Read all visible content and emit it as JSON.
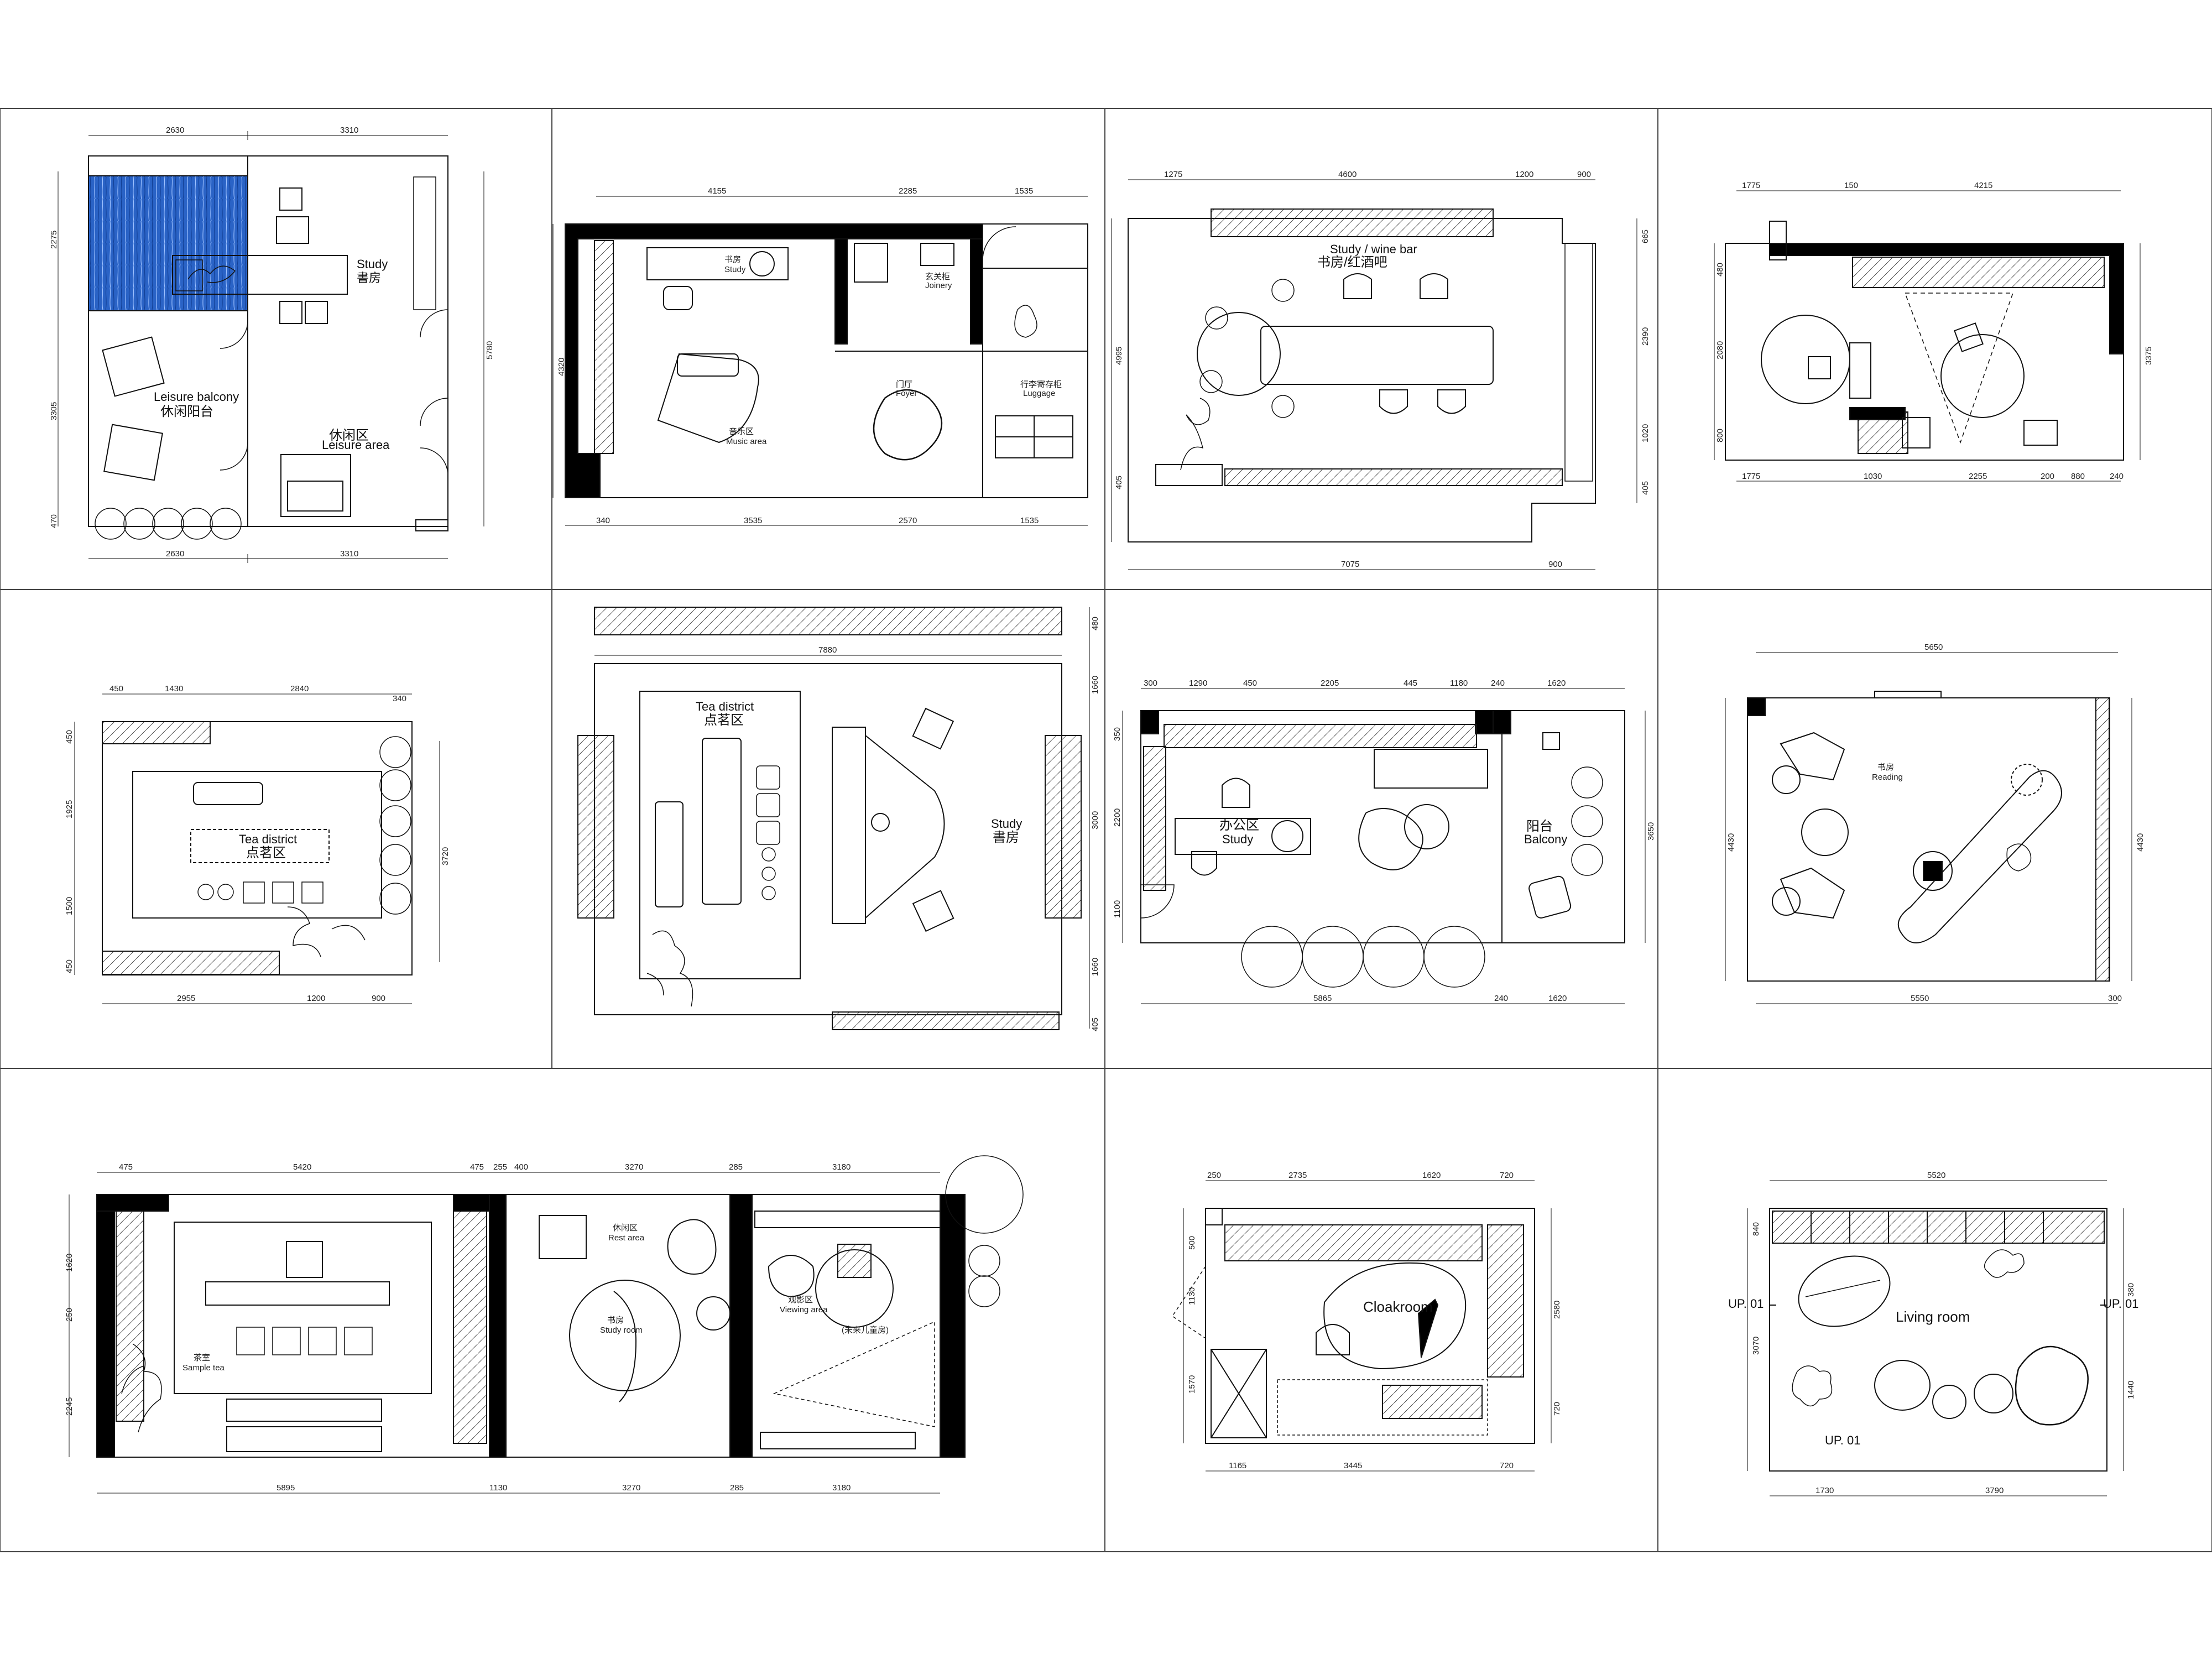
{
  "colors": {
    "line": "#111111",
    "wall": "#000000",
    "frame": "#444444",
    "balcony_blue": "#2a63c6"
  },
  "plans": {
    "p1": {
      "labels": [
        "Study",
        "書房",
        "Leisure balcony",
        "休闲阳台",
        "休闲区",
        "Leisure area"
      ],
      "dims_top": [
        "2630",
        "3310"
      ],
      "dims_bottom": [
        "2630",
        "3310"
      ],
      "dims_left": [
        "2275",
        "3305",
        "470"
      ],
      "dims_right": [
        "5780"
      ]
    },
    "p2": {
      "labels": [
        "书房",
        "Study",
        "音乐区",
        "Music area",
        "门厅",
        "Foyer",
        "玄关柜",
        "Joinery",
        "行李寄存柜",
        "Luggage"
      ],
      "dims_top": [
        "4155",
        "2285",
        "1535"
      ],
      "dims_bottom": [
        "340",
        "3535",
        "2570",
        "1535"
      ],
      "dims_left": [
        "4320"
      ]
    },
    "p3": {
      "labels": [
        "Study / wine bar",
        "书房/红酒吧"
      ],
      "dims_top": [
        "1275",
        "4600",
        "1200",
        "900"
      ],
      "dims_right": [
        "665",
        "2390",
        "1020",
        "405"
      ],
      "dims_left": [
        "4995",
        "405"
      ],
      "dims_bottom": [
        "7075",
        "900"
      ]
    },
    "p4": {
      "dims_top": [
        "1775",
        "150",
        "4215"
      ],
      "dims_left": [
        "480",
        "2080",
        "800"
      ],
      "dims_right": [
        "3375"
      ],
      "dims_bottom": [
        "1775",
        "1030",
        "2255",
        "200",
        "880",
        "240"
      ]
    },
    "p5": {
      "labels": [
        "Tea district",
        "点茗区"
      ],
      "dims_top": [
        "450",
        "1430",
        "2840",
        "340"
      ],
      "dims_left": [
        "450",
        "1925",
        "1500",
        "450"
      ],
      "dims_right": [
        "3720"
      ],
      "dims_bottom": [
        "2955",
        "1200",
        "900"
      ]
    },
    "p6": {
      "labels": [
        "Tea district",
        "点茗区",
        "Study",
        "書房"
      ],
      "dims_top": [
        "7880"
      ],
      "dims_right": [
        "480",
        "1660",
        "3000",
        "1660",
        "405"
      ]
    },
    "p7": {
      "labels": [
        "办公区",
        "Study",
        "阳台",
        "Balcony"
      ],
      "dims_top": [
        "300",
        "1290",
        "450",
        "2205",
        "445",
        "1180",
        "240",
        "1620"
      ],
      "dims_left": [
        "350",
        "2200",
        "1100"
      ],
      "dims_right": [
        "3650"
      ],
      "dims_bottom": [
        "5865",
        "240",
        "1620"
      ]
    },
    "p8": {
      "labels": [
        "书房",
        "Reading"
      ],
      "dims_top": [
        "5650"
      ],
      "dims_left": [
        "4430"
      ],
      "dims_right": [
        "4430"
      ],
      "dims_bottom": [
        "5550",
        "300"
      ]
    },
    "p9": {
      "labels": [
        "茶室",
        "Sample tea",
        "休闲区",
        "Rest area",
        "书房",
        "Study room",
        "观影区",
        "Viewing area",
        "(未来儿童房)"
      ],
      "dims_top": [
        "475",
        "5420",
        "475",
        "255",
        "400",
        "3270",
        "285",
        "3180"
      ],
      "dims_left": [
        "1620",
        "250",
        "2245"
      ],
      "dims_bottom": [
        "5895",
        "1130",
        "3270",
        "285",
        "3180"
      ]
    },
    "p10": {
      "labels": [
        "Cloakroom"
      ],
      "dims_top": [
        "250",
        "2735",
        "1620",
        "720"
      ],
      "dims_left": [
        "500",
        "1130",
        "1570"
      ],
      "dims_right": [
        "2580",
        "720"
      ],
      "dims_bottom": [
        "1165",
        "3445",
        "720"
      ]
    },
    "p11": {
      "labels": [
        "Living room",
        "UP. 01",
        "UP. 01",
        "UP. 01"
      ],
      "dims_top": [
        "5520"
      ],
      "dims_left": [
        "840",
        "3070"
      ],
      "dims_right": [
        "380",
        "1440"
      ],
      "dims_bottom": [
        "1730",
        "3790"
      ]
    }
  }
}
